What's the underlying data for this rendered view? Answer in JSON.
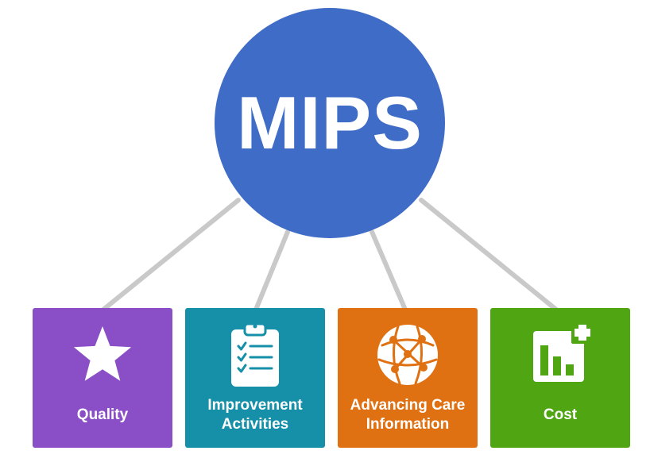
{
  "hub": {
    "label": "MIPS",
    "color": "#3f6cc6"
  },
  "connector_color": "#c9c9c9",
  "categories": [
    {
      "label_lines": [
        "Quality"
      ],
      "icon": "star-icon",
      "color": "#8a4fc6"
    },
    {
      "label_lines": [
        "Improvement",
        "Activities"
      ],
      "icon": "clipboard-checklist-icon",
      "color": "#1590a8"
    },
    {
      "label_lines": [
        "Advancing Care",
        "Information"
      ],
      "icon": "network-globe-icon",
      "color": "#df7113"
    },
    {
      "label_lines": [
        "Cost"
      ],
      "icon": "bar-chart-plus-icon",
      "color": "#4fa612"
    }
  ]
}
